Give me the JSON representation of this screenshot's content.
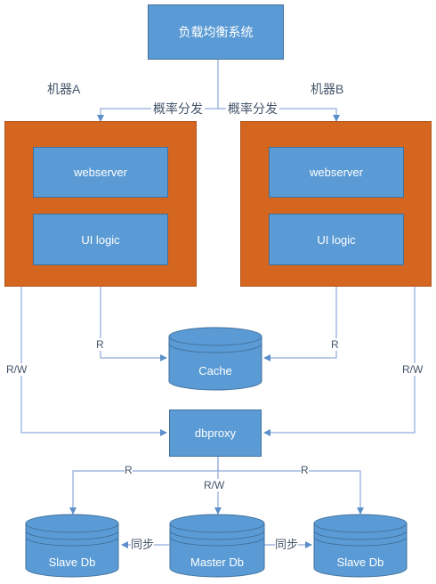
{
  "lb": {
    "label": "负载均衡系统"
  },
  "machine_a": {
    "title": "机器A",
    "webserver": "webserver",
    "uilogic": "UI logic"
  },
  "machine_b": {
    "title": "机器B",
    "webserver": "webserver",
    "uilogic": "UI logic"
  },
  "edges": {
    "prob_a": "概率分发",
    "prob_b": "概率分发",
    "r_left": "R",
    "r_right": "R",
    "rw_left": "R/W",
    "rw_right": "R/W",
    "r_to_slave_left": "R",
    "rw_to_master": "R/W",
    "r_to_slave_right": "R",
    "sync_left": "同步",
    "sync_right": "同步"
  },
  "cache": {
    "label": "Cache"
  },
  "dbproxy": {
    "label": "dbproxy"
  },
  "dbs": {
    "slave_left": "Slave Db",
    "master": "Master Db",
    "slave_right": "Slave Db"
  },
  "colors": {
    "box_fill": "#5b9bd5",
    "machine_fill": "#d5661f",
    "line": "#7f9ec9"
  }
}
